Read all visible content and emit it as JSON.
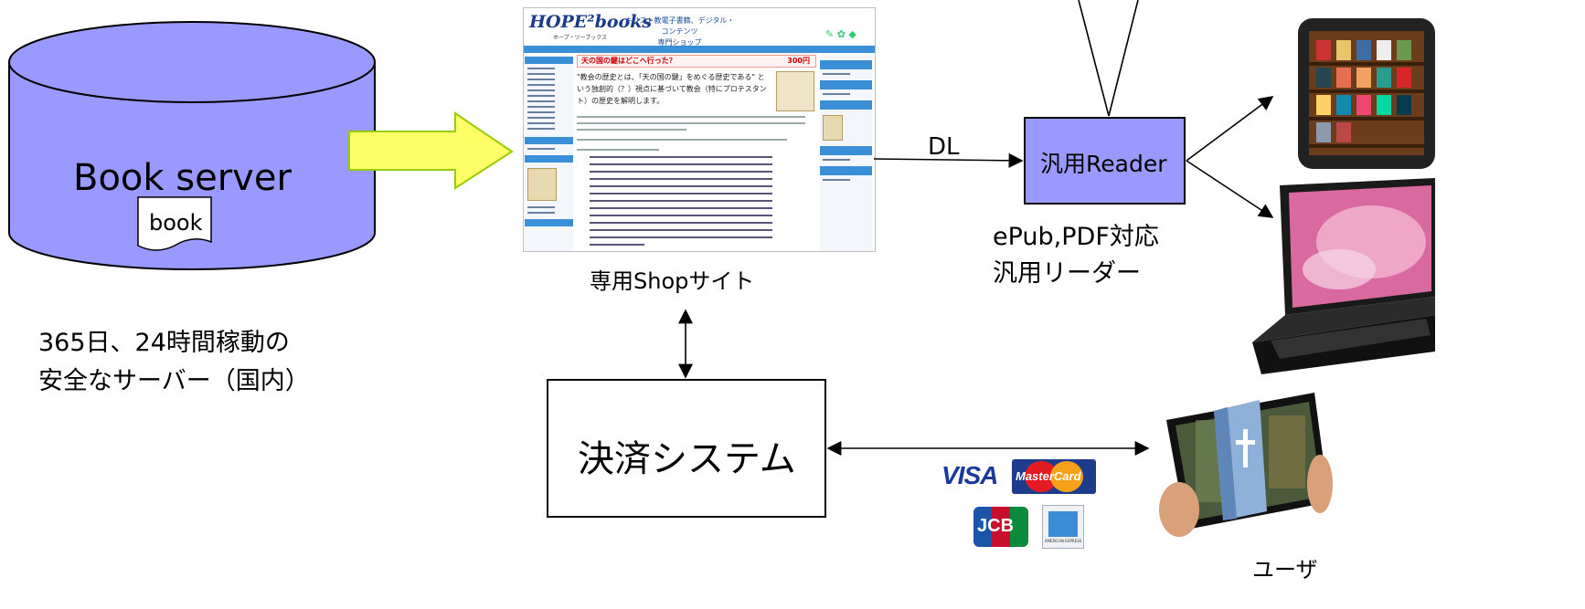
{
  "server": {
    "label": "Book server",
    "book_label": "book",
    "caption_line1": "365日、24時間稼動の",
    "caption_line2": "安全なサーバー（国内）"
  },
  "shop": {
    "caption": "専用Shopサイト",
    "screenshot": {
      "logo": "HOPE²books",
      "logo_sub": "ホープ・ツーブックス",
      "tagline_line1": "キリスト教電子書籍、デジタル・コンテンツ",
      "tagline_line2": "専門ショップ",
      "title": "天の国の鍵はどこへ行った？",
      "price": "300円",
      "lead": "\"教会の歴史とは、「天の国の鍵」をめぐる歴史である\" という独創的（？）視点に基づいて教会（特にプロテスタント）の歴史を解明します。"
    }
  },
  "flow": {
    "dl_label": "DL"
  },
  "reader": {
    "label": "汎用Reader",
    "caption_line1": "ePub,PDF対応",
    "caption_line2": "汎用リーダー"
  },
  "payment": {
    "label": "決済システム",
    "cards": [
      "VISA",
      "MasterCard",
      "JCB",
      "AMERICAN EXPRESS"
    ]
  },
  "user": {
    "label": "ユーザ"
  },
  "colors": {
    "server_fill": "#9999ff",
    "reader_fill": "#9999ff",
    "arrow_fill": "#ffff66",
    "arrow_stroke": "#99cc00"
  }
}
